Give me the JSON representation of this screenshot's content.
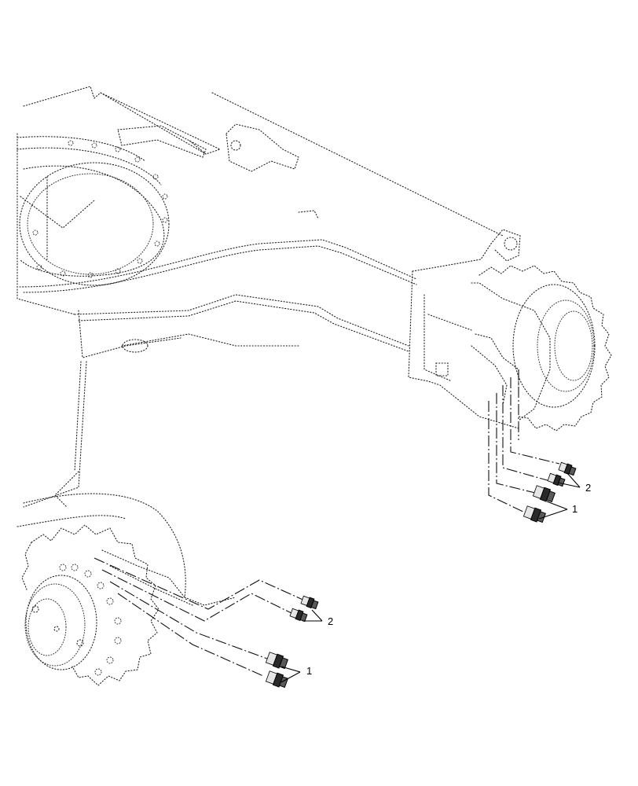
{
  "callouts": {
    "right_upper": "2",
    "right_lower": "1",
    "left_upper": "2",
    "left_lower": "1"
  }
}
